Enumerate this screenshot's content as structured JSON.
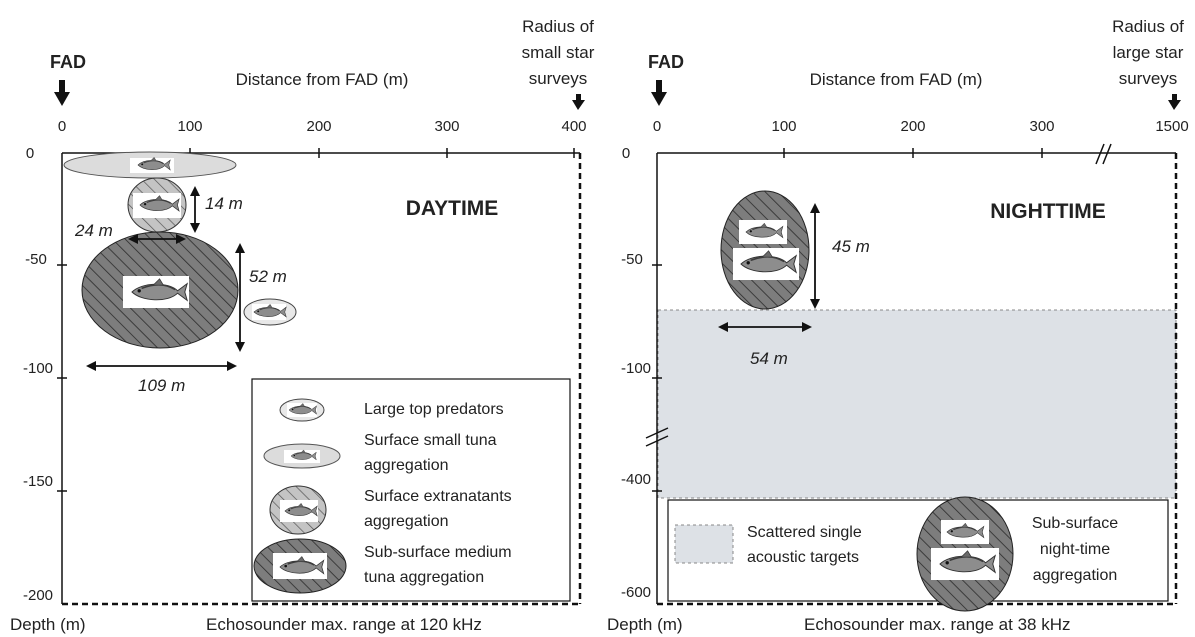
{
  "left_panel": {
    "fad_label": "FAD",
    "axis_title": "Distance from FAD (m)",
    "radius_note": [
      "Radius of",
      "small star",
      "surveys"
    ],
    "x_ticks": [
      "0",
      "100",
      "200",
      "300",
      "400"
    ],
    "y_ticks": [
      "0",
      "-50",
      "-100",
      "-150",
      "-200"
    ],
    "panel_title": "DAYTIME",
    "dim_14": "14 m",
    "dim_24": "24 m",
    "dim_52": "52 m",
    "dim_109": "109 m",
    "depth_label": "Depth (m)",
    "range_label": "Echosounder max. range at 120 kHz",
    "legend": [
      {
        "lines": [
          "Large top predators"
        ]
      },
      {
        "lines": [
          "Surface small tuna",
          "aggregation"
        ]
      },
      {
        "lines": [
          "Surface extranatants",
          "aggregation"
        ]
      },
      {
        "lines": [
          "Sub-surface medium",
          "tuna aggregation"
        ]
      }
    ]
  },
  "right_panel": {
    "fad_label": "FAD",
    "axis_title": "Distance from FAD (m)",
    "radius_note": [
      "Radius of",
      "large star",
      "surveys"
    ],
    "x_ticks": [
      "0",
      "100",
      "200",
      "300",
      "1500"
    ],
    "y_ticks": [
      "0",
      "-50",
      "-100",
      "-400",
      "-600"
    ],
    "panel_title": "NIGHTTIME",
    "dim_45": "45 m",
    "dim_54": "54 m",
    "depth_label": "Depth (m)",
    "range_label": "Echosounder max. range at 38 kHz",
    "legend": [
      {
        "lines": [
          "Scattered single",
          "acoustic targets"
        ]
      },
      {
        "lines": [
          "Sub-surface",
          "night-time",
          "aggregation"
        ]
      }
    ]
  },
  "colors": {
    "ink": "#111111",
    "dark_aggregation": "#7a7a7a",
    "mid_aggregation": "#bfbfbf",
    "light_aggregation": "#e2e2e2",
    "scatter_zone": "#dde1e6"
  },
  "icons": [
    "down-arrow-icon",
    "fish-icon",
    "hatched-ellipse-icon",
    "break-mark-icon"
  ]
}
